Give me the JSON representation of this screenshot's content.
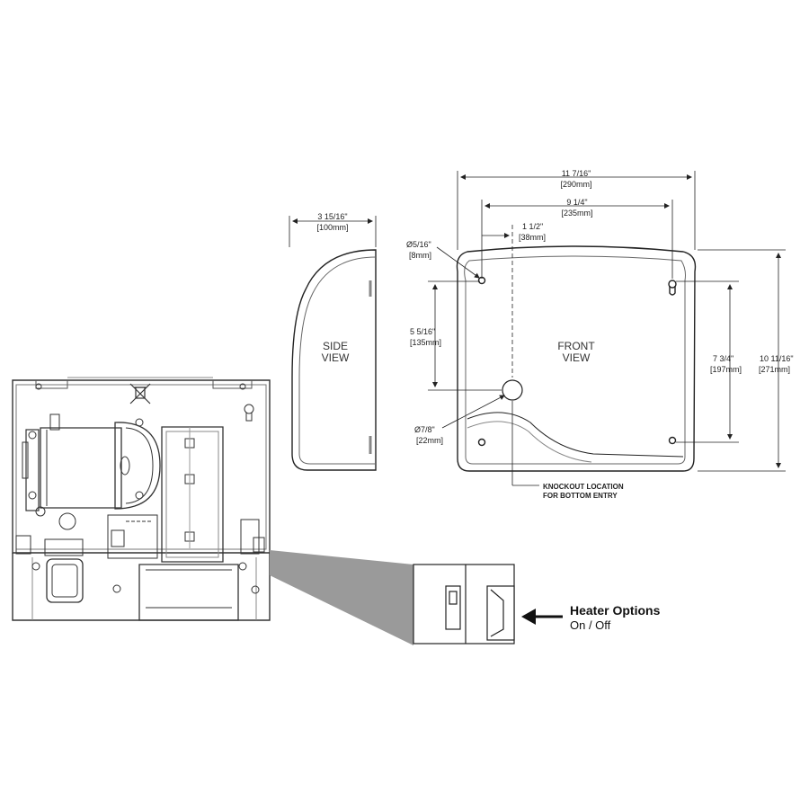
{
  "side_view": {
    "label_line1": "SIDE",
    "label_line2": "VIEW",
    "depth_in": "3 15/16\"",
    "depth_mm": "[100mm]"
  },
  "front_view": {
    "label_line1": "FRONT",
    "label_line2": "VIEW",
    "width_in": "11 7/16\"",
    "width_mm": "[290mm]",
    "hole_span_in": "9 1/4\"",
    "hole_span_mm": "[235mm]",
    "knockout_offset_in": "1 1/2\"",
    "knockout_offset_mm": "[38mm]",
    "mount_hole_dia_in": "Ø5/16\"",
    "mount_hole_dia_mm": "[8mm]",
    "knockout_height_in": "5 5/16\"",
    "knockout_height_mm": "[135mm]",
    "knockout_dia_in": "Ø7/8\"",
    "knockout_dia_mm": "[22mm]",
    "hole_vertical_in": "7 3/4\"",
    "hole_vertical_mm": "[197mm]",
    "height_in": "10 11/16\"",
    "height_mm": "[271mm]",
    "knockout_note_line1": "KNOCKOUT LOCATION",
    "knockout_note_line2": "FOR BOTTOM ENTRY"
  },
  "heater_callout": {
    "title": "Heater Options",
    "subtitle": "On / Off"
  },
  "colors": {
    "line": "#222222",
    "shade": "#9a9a9a",
    "paper": "#ffffff"
  }
}
